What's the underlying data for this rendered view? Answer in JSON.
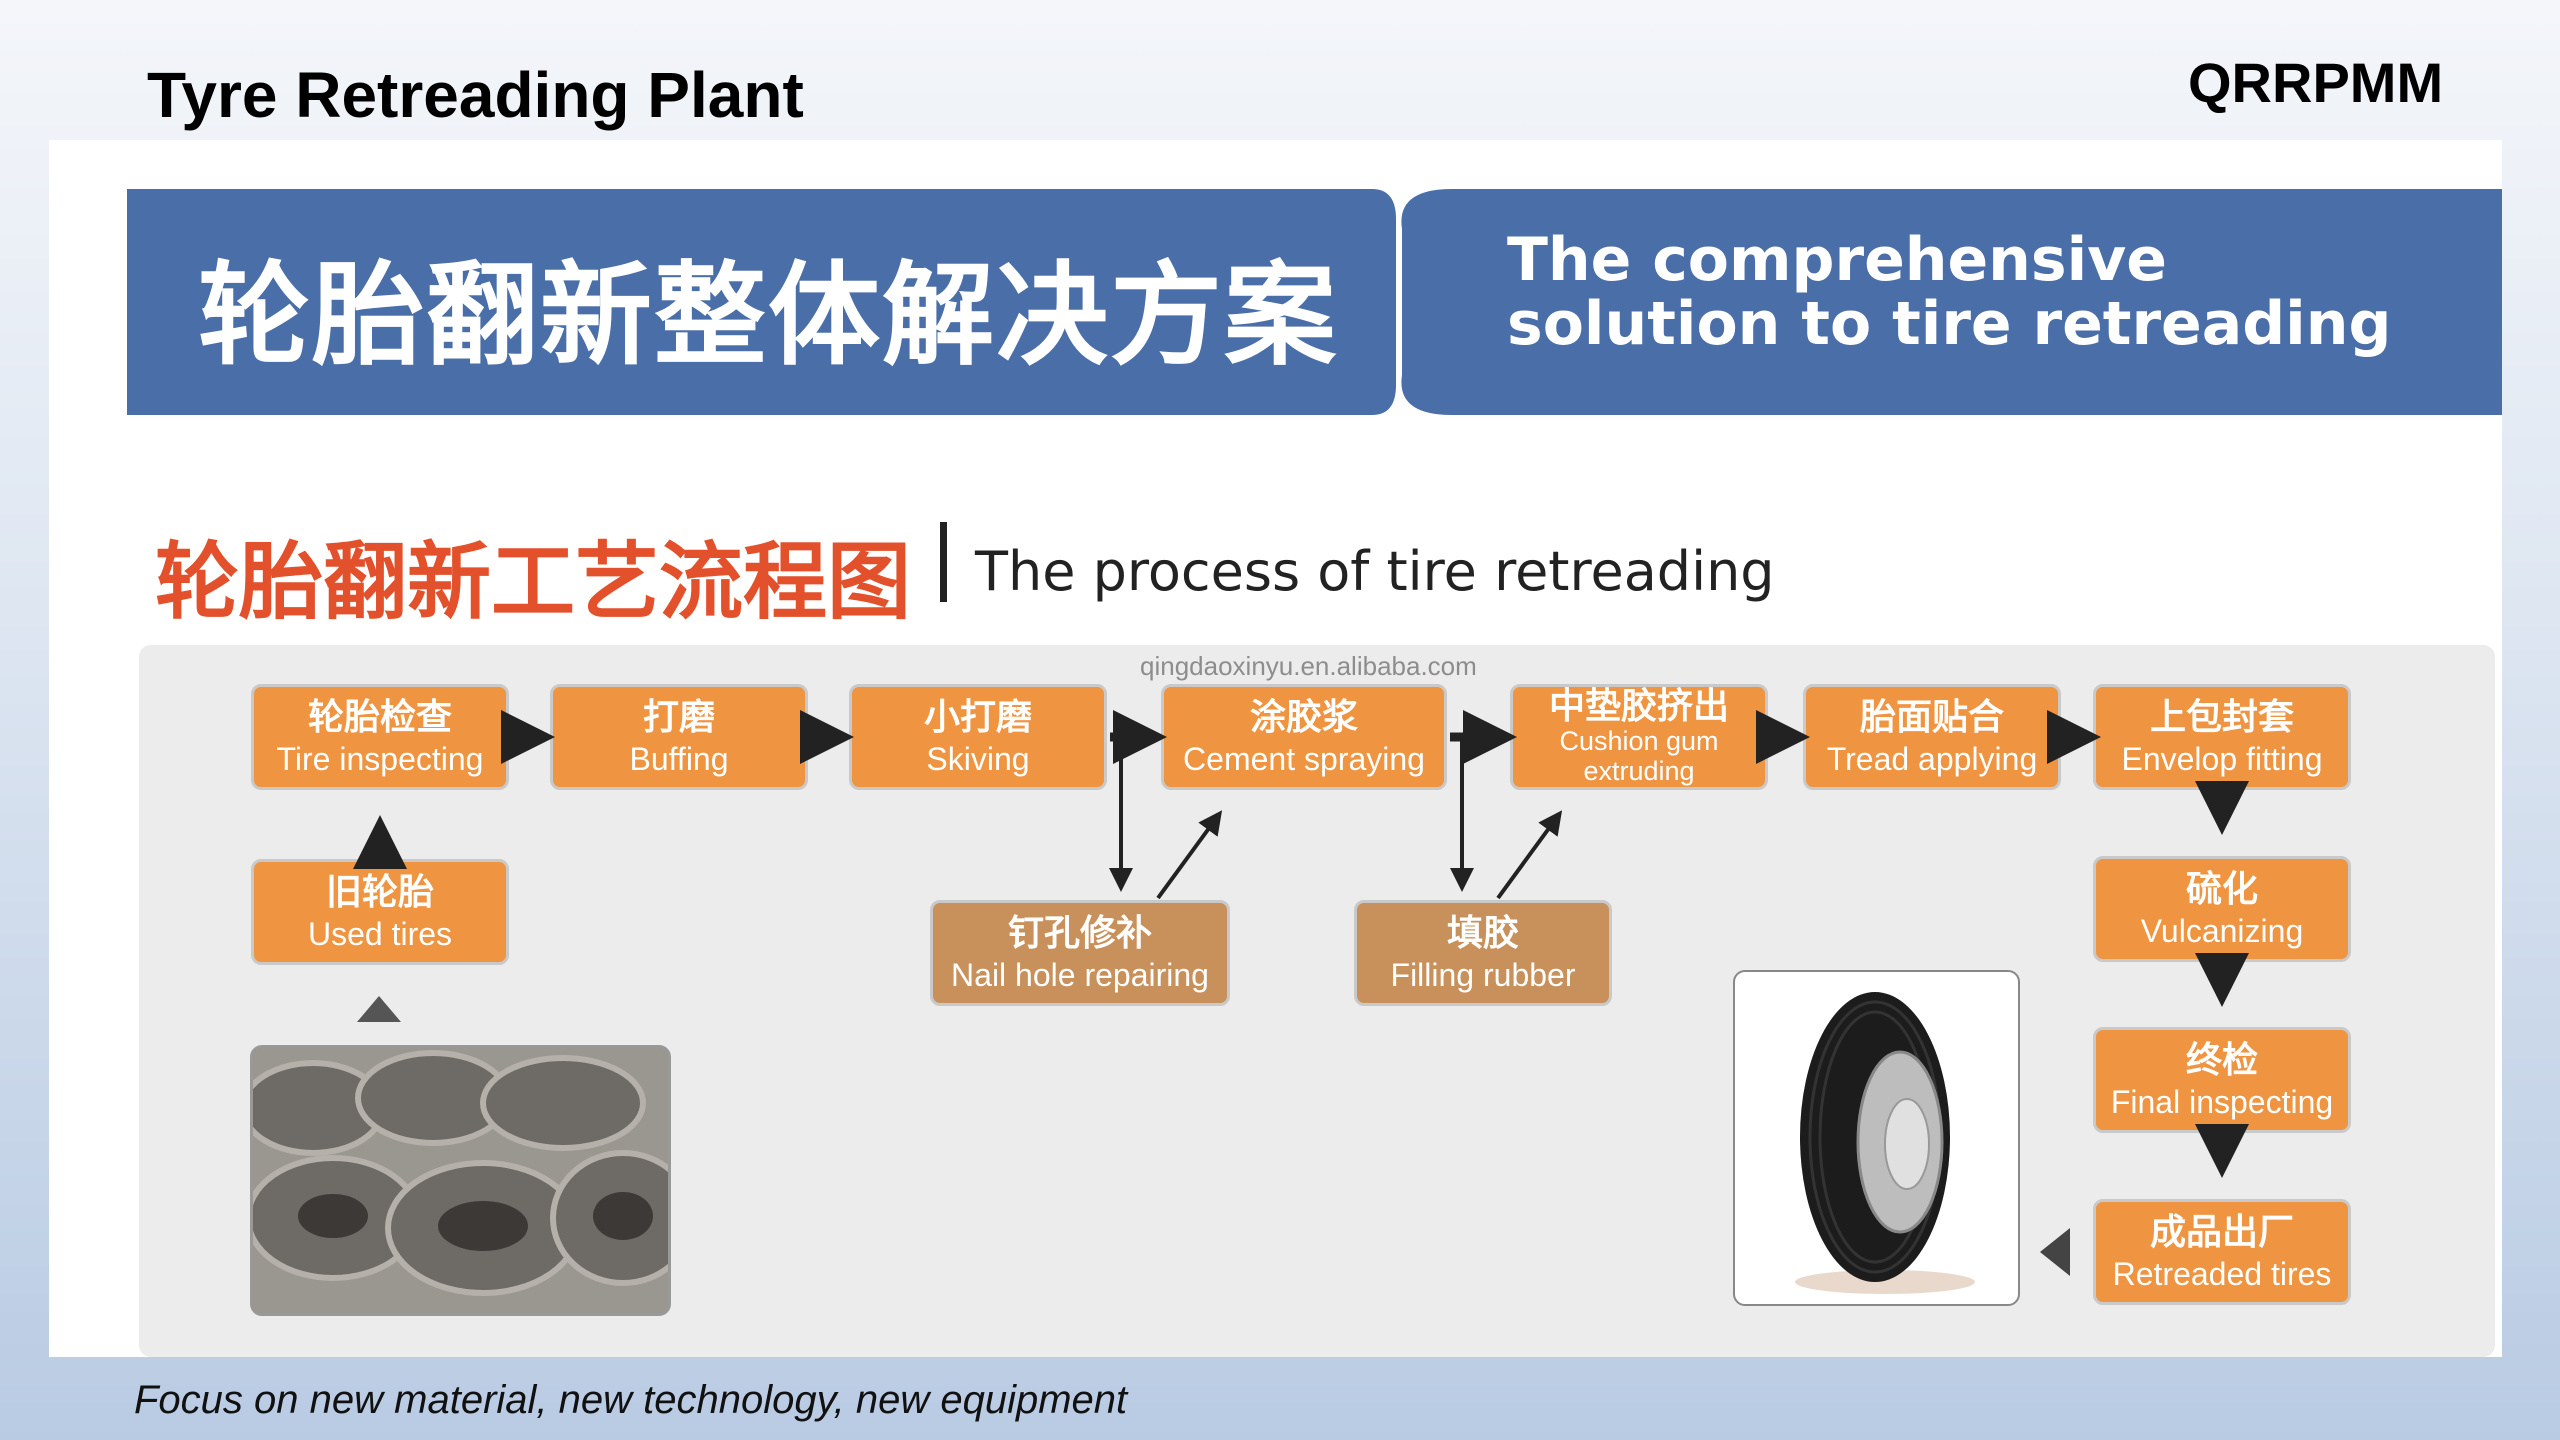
{
  "header": {
    "title": "Tyre Retreading Plant",
    "brand": "QRRPMM"
  },
  "banner": {
    "cn_title": "轮胎翻新整体解决方案",
    "en_title_line1": "The comprehensive",
    "en_title_line2": "solution to tire retreading",
    "color": "#4a6ea8"
  },
  "section": {
    "cn_heading": "轮胎翻新工艺流程图",
    "en_heading": "The process of tire  retreading",
    "accent": "#e2502c"
  },
  "watermark": "qingdaoxinyu.en.alibaba.com",
  "steps": [
    {
      "cn": "轮胎检查",
      "en": "Tire inspecting"
    },
    {
      "cn": "打磨",
      "en": "Buffing"
    },
    {
      "cn": "小打磨",
      "en": "Skiving"
    },
    {
      "cn": "涂胶浆",
      "en": "Cement spraying"
    },
    {
      "cn": "中垫胶挤出",
      "en": "Cushion gum extruding"
    },
    {
      "cn": "胎面贴合",
      "en": "Tread applying"
    },
    {
      "cn": "上包封套",
      "en": "Envelop fitting"
    },
    {
      "cn": "硫化",
      "en": "Vulcanizing"
    },
    {
      "cn": "终检",
      "en": "Final inspecting"
    },
    {
      "cn": "成品出厂",
      "en": "Retreaded tires"
    },
    {
      "cn": "旧轮胎",
      "en": "Used tires"
    },
    {
      "cn": "钉孔修补",
      "en": "Nail hole repairing"
    },
    {
      "cn": "填胶",
      "en": "Filling rubber"
    }
  ],
  "colors": {
    "step": "#ef9440",
    "optional_step": "#c8905a",
    "arrow": "#222222"
  },
  "footer": "Focus on new material, new technology, new equipment"
}
